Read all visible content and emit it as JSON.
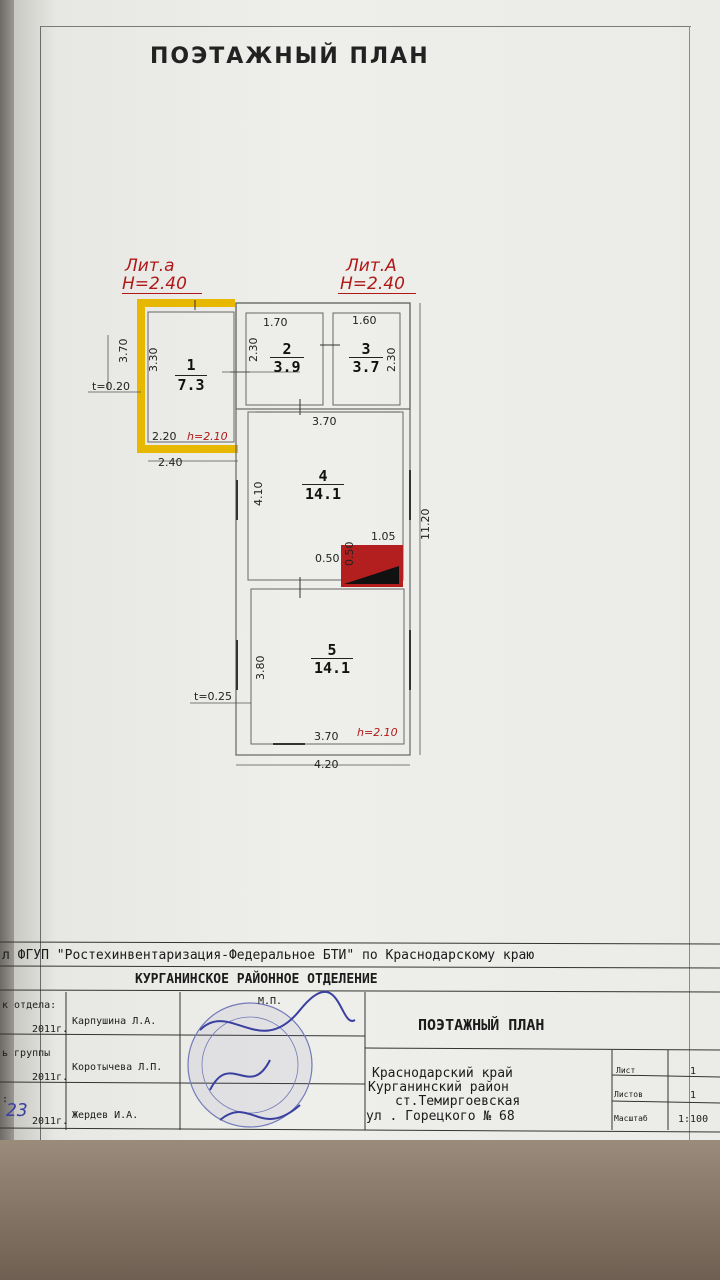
{
  "document": {
    "title": "ПОЭТАЖНЫЙ ПЛАН",
    "lit_a": {
      "name": "Лит.а",
      "height": "H=2.40"
    },
    "lit_A": {
      "name": "Лит.А",
      "height": "H=2.40"
    },
    "rooms": [
      {
        "num": "1",
        "area": "7.3"
      },
      {
        "num": "2",
        "area": "3.9"
      },
      {
        "num": "3",
        "area": "3.7"
      },
      {
        "num": "4",
        "area": "14.1"
      },
      {
        "num": "5",
        "area": "14.1"
      }
    ],
    "dimensions": {
      "r1_left_outer": "3.70",
      "r1_left_inner": "3.30",
      "wall_t1": "t=0.20",
      "r1_bottom_inner": "2.20",
      "r1_h": "h=2.10",
      "r1_bottom_outer": "2.40",
      "r2_top": "1.70",
      "r2_side": "2.30",
      "r3_top": "1.60",
      "r3_side": "2.30",
      "r4_top": "3.70",
      "r4_side": "4.10",
      "overall_right": "11.20",
      "stove_w": "1.05",
      "stove_h": "0.50",
      "stove_l": "0.50",
      "r5_side": "3.80",
      "wall_t2": "t=0.25",
      "r5_bottom_inner": "3.70",
      "r5_h": "h=2.10",
      "overall_bottom": "4.20"
    },
    "stamp": {
      "org_line": "л ФГУП \"Ростехинвентаризация-Федеральное БТИ\" по Краснодарскому краю",
      "department": "КУРГАНИНСКОЕ РАЙОННОЕ ОТДЕЛЕНИЕ",
      "row1_role": "к отдела:",
      "row1_date": "2011г.",
      "row1_name": "Карпушина Л.А.",
      "row2_role": "ь группы",
      "row2_date": "2011г.",
      "row2_name": "Коротычева Л.П.",
      "row3_role": ":",
      "row3_date_handwritten": "23",
      "row3_date": "2011г.",
      "row3_name": "Жердев И.А.",
      "mp": "М.П.",
      "plan_title": "ПОЭТАЖНЫЙ ПЛАН",
      "address_1": "Краснодарский край",
      "address_2": "Курганинский район",
      "address_3": "ст.Темиргоевская",
      "address_4": "ул . Горецкого № 68",
      "sheet_label": "Лист",
      "sheet_value": "1",
      "sheets_label": "Листов",
      "sheets_value": "1",
      "scale_label": "Масштаб",
      "scale_value": "1:100"
    },
    "colors": {
      "lit_label": "#b01818",
      "light_structure": "#f2c21a",
      "stove": "#b31f1f"
    }
  }
}
